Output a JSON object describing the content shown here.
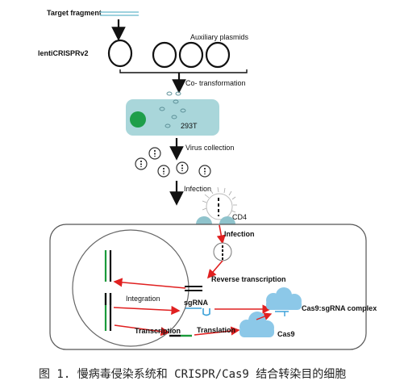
{
  "labels": {
    "target_fragment": "Target fragment",
    "lenticrispr": "lentiCRISPRv2",
    "auxiliary_plasmids": "Auxiliary plasmids",
    "co_transformation": "Co- transformation",
    "cell_line": "293T",
    "virus_collection": "Virus collection",
    "infection_top": "Infection",
    "receptor": "CD4",
    "infection_inner": "Infection",
    "reverse_transcription": "Reverse transcription",
    "integration": "Integration",
    "sgrna": "sgRNA",
    "transcription": "Transcription",
    "translation": "Translation",
    "cas9": "Cas9",
    "complex": "Cas9:sgRNA complex"
  },
  "caption": "图 1. 慢病毒侵染系统和 CRISPR/Cas9 结合转染目的细胞",
  "colors": {
    "arrow_black": "#111111",
    "arrow_red": "#e02020",
    "cell_fill": "#a9d6da",
    "nucleus_green": "#1e9e4a",
    "cas9_blue": "#8cc8e8",
    "dna_green": "#1a9a3a"
  }
}
